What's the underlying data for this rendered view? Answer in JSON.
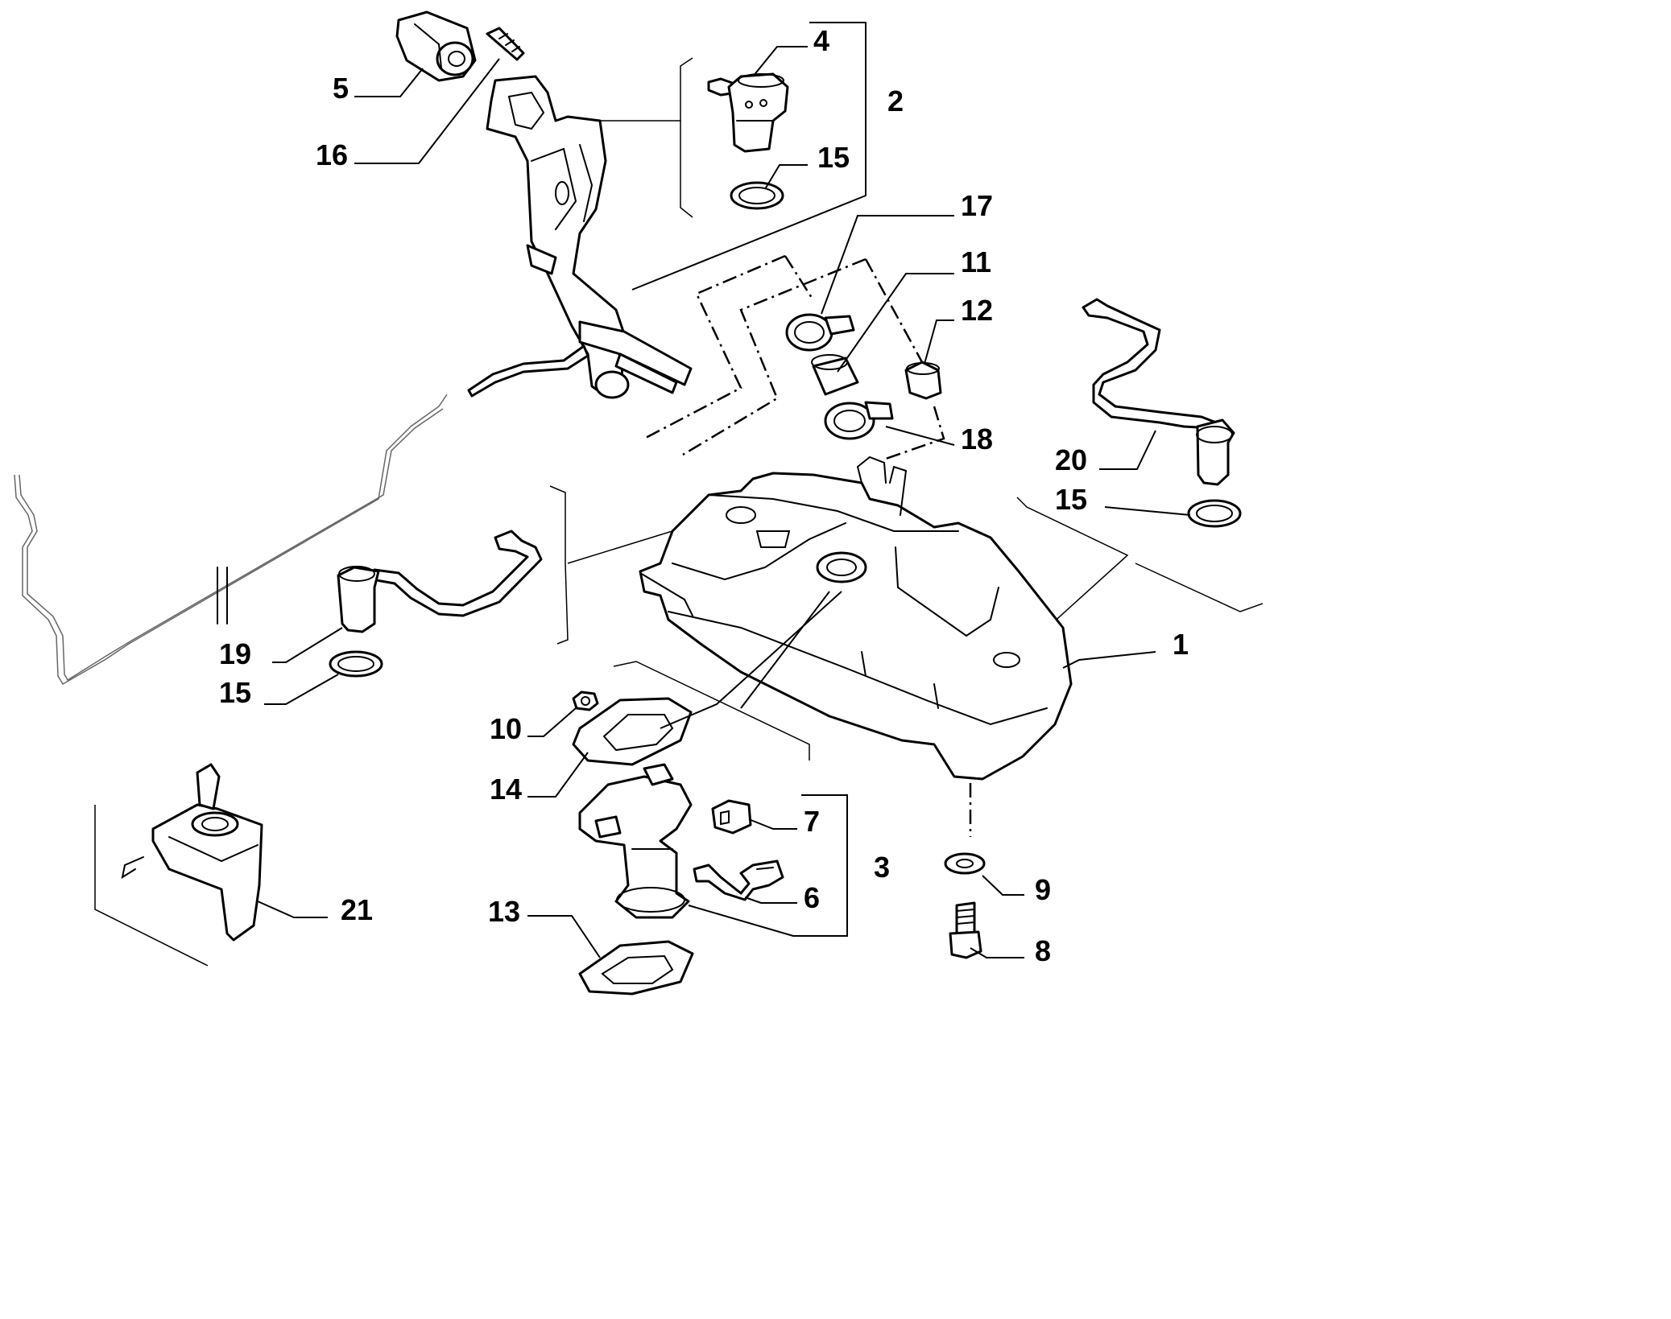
{
  "callouts": [
    "1",
    "2",
    "3",
    "4",
    "5",
    "6",
    "7",
    "8",
    "9",
    "10",
    "11",
    "12",
    "13",
    "14",
    "15",
    "16",
    "17",
    "18",
    "19",
    "20",
    "21"
  ],
  "callout_15_repeats": [
    "15",
    "15",
    "15"
  ],
  "colors": {
    "line": "#000000",
    "background": "#ffffff"
  }
}
